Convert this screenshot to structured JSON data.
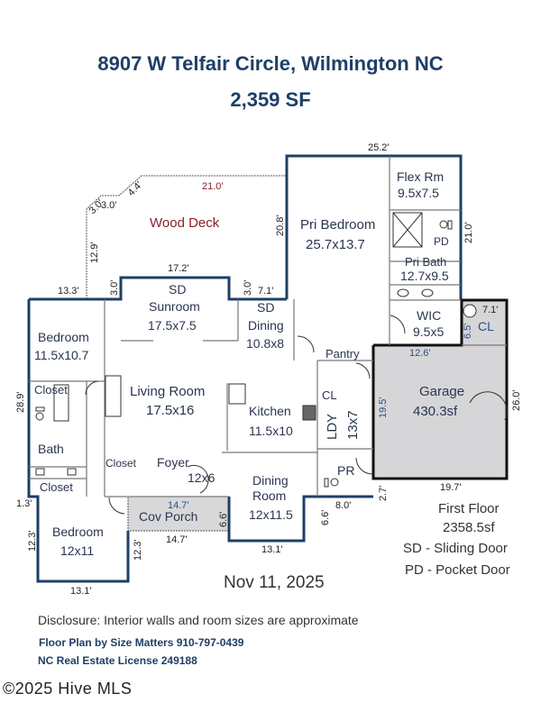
{
  "header": {
    "address": "8907 W Telfair Circle, Wilmington NC",
    "total_sf": "2,359 SF"
  },
  "rooms": {
    "wood_deck": {
      "name": "Wood Deck"
    },
    "pri_bedroom": {
      "name": "Pri Bedroom",
      "size": "25.7x13.7"
    },
    "flex_rm": {
      "name": "Flex Rm",
      "size": "9.5x7.5"
    },
    "pri_bath": {
      "name": "Pri Bath",
      "size": "12.7x9.5",
      "pocket_door": "PD"
    },
    "wic": {
      "name": "WIC",
      "size": "9.5x5"
    },
    "cl_garage": {
      "name": "CL"
    },
    "sunroom": {
      "name": "Sunroom",
      "size": "17.5x7.5",
      "door": "SD"
    },
    "dining_small": {
      "name": "Dining",
      "size": "10.8x8",
      "door": "SD"
    },
    "bedroom_1": {
      "name": "Bedroom",
      "size": "11.5x10.7"
    },
    "closet_1": {
      "name": "Closet"
    },
    "bath": {
      "name": "Bath"
    },
    "closet_2": {
      "name": "Closet"
    },
    "closet_3": {
      "name": "Closet"
    },
    "living_room": {
      "name": "Living Room",
      "size": "17.5x16"
    },
    "kitchen": {
      "name": "Kitchen",
      "size": "11.5x10"
    },
    "pantry": {
      "name": "Pantry"
    },
    "cl_laundry": {
      "name": "CL"
    },
    "laundry": {
      "name": "LDY",
      "size": "13x7"
    },
    "garage": {
      "name": "Garage",
      "size": "430.3sf"
    },
    "foyer": {
      "name": "Foyer",
      "size": "12x6"
    },
    "dining_room": {
      "name": "Dining",
      "name2": "Room",
      "size": "12x11.5"
    },
    "pr": {
      "name": "PR"
    },
    "cov_porch": {
      "name": "Cov Porch"
    },
    "bedroom_2": {
      "name": "Bedroom",
      "size": "12x11"
    }
  },
  "dimensions": {
    "deck_top": "21.0'",
    "deck_diag1": "4.4'",
    "deck_diag2": "3.0'",
    "deck_diag3": "3.0'",
    "deck_left": "12.9'",
    "deck_right": "20.8'",
    "sun_top": "17.2'",
    "sun_left": "3.0'",
    "sun_right": "3.0'",
    "dining_top": "7.1'",
    "left_top": "13.3'",
    "pri_top": "25.2'",
    "pri_right": "21.0'",
    "cl_top": "7.1'",
    "cl_left": "6.5'",
    "garage_top": "12.6'",
    "garage_left": "19.5'",
    "garage_right": "26.0'",
    "garage_bottom": "19.7'",
    "pr_right": "2.7'",
    "pr_bottom": "8.0'",
    "dining_right": "6.6'",
    "dining_bottom": "13.1'",
    "porch_top": "14.7'",
    "porch_bottom": "14.7'",
    "porch_right": "6.6'",
    "left_side": "28.9'",
    "left_step": "1.3'",
    "bed2_left": "12.3'",
    "bed2_right": "12.3'",
    "bed2_bottom": "13.1'"
  },
  "legend": {
    "floor_name": "First Floor",
    "floor_sf": "2358.5sf",
    "sd": "SD - Sliding Door",
    "pd": "PD - Pocket Door"
  },
  "footer": {
    "date": "Nov 11, 2025",
    "disclosure": "Disclosure: Interior walls and room sizes are approximate",
    "credit": "Floor Plan by Size Matters 910-797-0439",
    "license": "NC Real Estate License 249188",
    "watermark": "©2025 Hive MLS"
  },
  "colors": {
    "wall": "#1e3f66",
    "title": "#1e3f66",
    "garage_fill": "#d6d6d8",
    "deck_text": "#8a1e2a"
  }
}
